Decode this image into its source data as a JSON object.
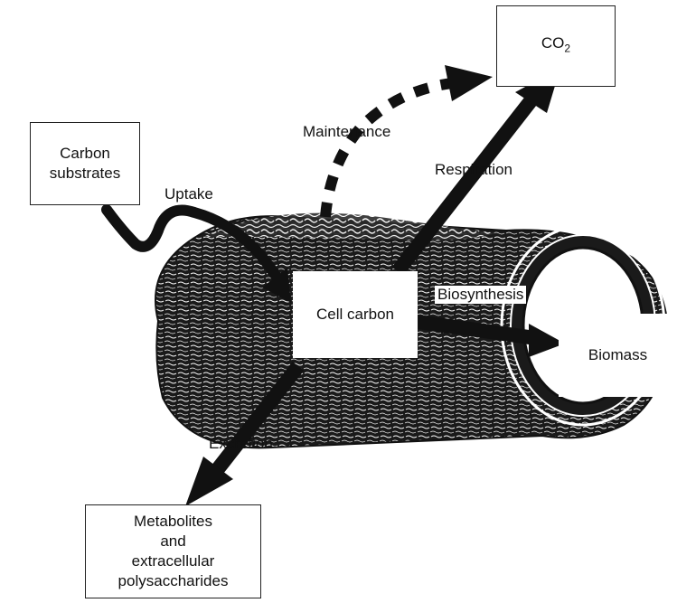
{
  "nodes": {
    "carbon_substrates": {
      "lines": [
        "Carbon",
        "substrates"
      ]
    },
    "co2": {
      "text": "CO",
      "subscript": "2"
    },
    "cell_carbon": {
      "text": "Cell carbon"
    },
    "biomass": {
      "text": "Biomass"
    },
    "metabolites": {
      "lines": [
        "Metabolites",
        "and",
        "extracellular",
        "polysaccharides"
      ]
    }
  },
  "flows": {
    "uptake": "Uptake",
    "maintenance": "Maintenance",
    "respiration": "Respiration",
    "biosynthesis": "Biosynthesis",
    "excretion": "Excretion"
  },
  "colors": {
    "ink": "#111111",
    "cell_body": "#1a1a1a",
    "box_fill": "#ffffff"
  }
}
